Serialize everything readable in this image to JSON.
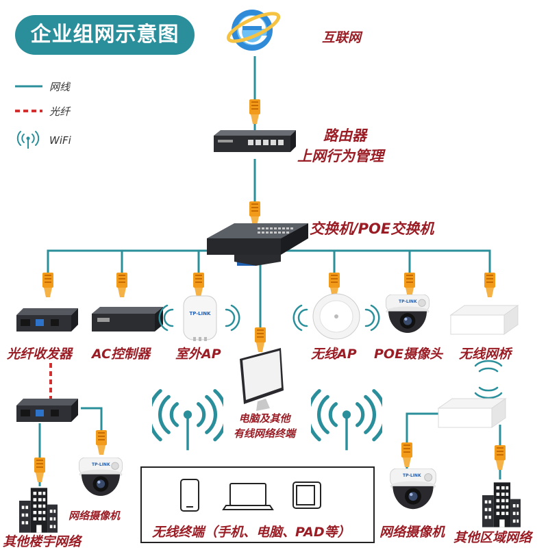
{
  "title": "企业组网示意图",
  "legend": {
    "items": [
      {
        "label": "网线",
        "color": "#2a8f9a",
        "style": "solid"
      },
      {
        "label": "光纤",
        "color": "#d0302f",
        "style": "dashed"
      },
      {
        "label": "WiFi",
        "icon": "wifi-icon"
      }
    ]
  },
  "nodes": {
    "internet": {
      "label": "互联网",
      "icon": "internet-explorer-icon"
    },
    "router": {
      "label_line1": "路由器",
      "label_line2": "上网行为管理",
      "icon": "router-icon"
    },
    "switch": {
      "label": "交换机/POE交换机",
      "icon": "switch-icon"
    },
    "fiber_transceiver": {
      "label": "光纤收发器",
      "icon": "fiber-transceiver-icon"
    },
    "ac_controller": {
      "label": "AC控制器",
      "icon": "ac-controller-icon"
    },
    "outdoor_ap": {
      "label": "室外AP",
      "icon": "outdoor-ap-icon",
      "brand_text": "TP-LINK"
    },
    "pc": {
      "label_line1": "电脑及其他",
      "label_line2": "有线网络终端",
      "icon": "monitor-icon"
    },
    "wireless_ap": {
      "label": "无线AP",
      "icon": "ceiling-ap-icon"
    },
    "poe_camera": {
      "label": "POE摄像头",
      "icon": "dome-camera-icon",
      "brand_text": "TP-LINK"
    },
    "wireless_bridge": {
      "label": "无线网桥",
      "icon": "wireless-bridge-icon"
    },
    "network_camera_left": {
      "label": "网络摄像机",
      "icon": "dome-camera-icon",
      "brand_text": "TP-LINK"
    },
    "other_building": {
      "label": "其他楼宇网络",
      "icon": "building-icon"
    },
    "wireless_terminals": {
      "label": "无线终端（手机、电脑、PAD等）",
      "icons": [
        "phone-icon",
        "laptop-icon",
        "tablet-icon"
      ]
    },
    "network_camera_right": {
      "label": "网络摄像机",
      "icon": "dome-camera-icon",
      "brand_text": "TP-LINK"
    },
    "other_region": {
      "label": "其他区域网络",
      "icon": "building-icon"
    }
  },
  "colors": {
    "cable": "#2a8f9a",
    "fiber": "#d0302f",
    "label": "#9a1c24",
    "connector": "#f29a1a",
    "title_bg": "#2a8f9a"
  }
}
